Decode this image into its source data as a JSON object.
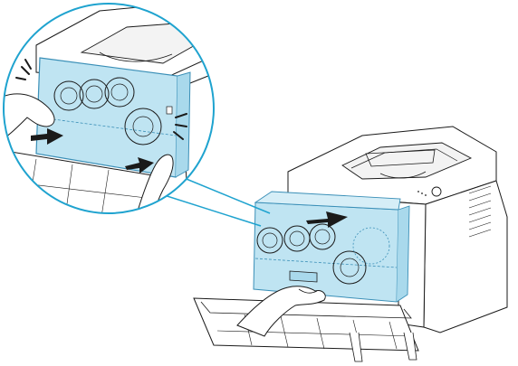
{
  "colors": {
    "line": "#1a1a1a",
    "printer_body": "#ffffff",
    "printer_shadow": "#e6e6e6",
    "cartridge_fill": "#bfe4f2",
    "cartridge_edge": "#3a8fb7",
    "callout": "#1fa3cf",
    "arrow": "#1a1a1a"
  },
  "icons": {
    "insert_arrow": "arrow-right-icon",
    "push_marks": "click-marks-icon"
  },
  "components": {
    "toner_slots": [
      "toner-slot-1",
      "toner-slot-2",
      "toner-slot-3",
      "toner-slot-4"
    ]
  }
}
